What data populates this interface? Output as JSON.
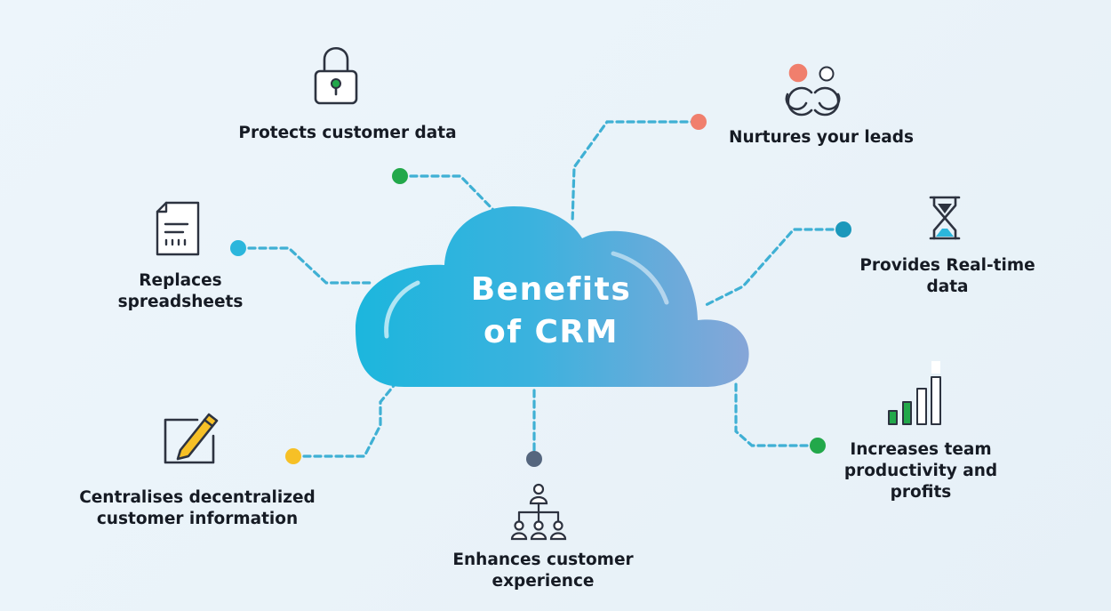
{
  "diagram": {
    "title": "Benefits\nof CRM",
    "benefits": {
      "protects": "Protects customer data",
      "nurtures": "Nurtures your leads",
      "spreadsheets": "Replaces\nspreadsheets",
      "realtime": "Provides Real-time\ndata",
      "centralises": "Centralises decentralized\ncustomer information",
      "experience": "Enhances customer\nexperience",
      "productivity": "Increases team\nproductivity and\nprofits"
    },
    "icons": {
      "protects": "padlock-icon",
      "nurtures": "lead-nurturing-icon",
      "spreadsheets": "document-icon",
      "realtime": "hourglass-icon",
      "centralises": "edit-pencil-icon",
      "experience": "org-chart-icon",
      "productivity": "bar-chart-icon"
    },
    "colors": {
      "connector": "#3fb0d4",
      "dot_green": "#22a84a",
      "dot_coral": "#f07f6d",
      "dot_cyan": "#2bb6dc",
      "dot_teal": "#1b98bb",
      "dot_yellow": "#f6c026",
      "dot_slate": "#55667e",
      "cloud_left": "#1fb5dc",
      "cloud_right": "#84a7d9",
      "icon_stroke": "#2d3340"
    }
  }
}
